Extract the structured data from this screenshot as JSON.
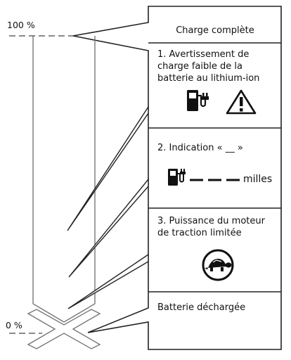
{
  "levels": {
    "full": "100 %",
    "empty": "0 %"
  },
  "sections": {
    "full_charge": "Charge complète",
    "warning": {
      "line1": "1. Avertissement de",
      "line2": "charge faible de la",
      "line3": "batterie au lithium-ion",
      "icons": [
        "ev-charging-station-icon",
        "warning-triangle-icon"
      ]
    },
    "indication": {
      "title": "2. Indication « __ »",
      "unit": "milles",
      "icons": [
        "ev-charging-station-icon",
        "dashes-icon"
      ]
    },
    "power_limited": {
      "line1": "3. Puissance du moteur",
      "line2": "de traction limitée",
      "icons": [
        "turtle-icon"
      ]
    },
    "discharged": "Batterie déchargée"
  }
}
